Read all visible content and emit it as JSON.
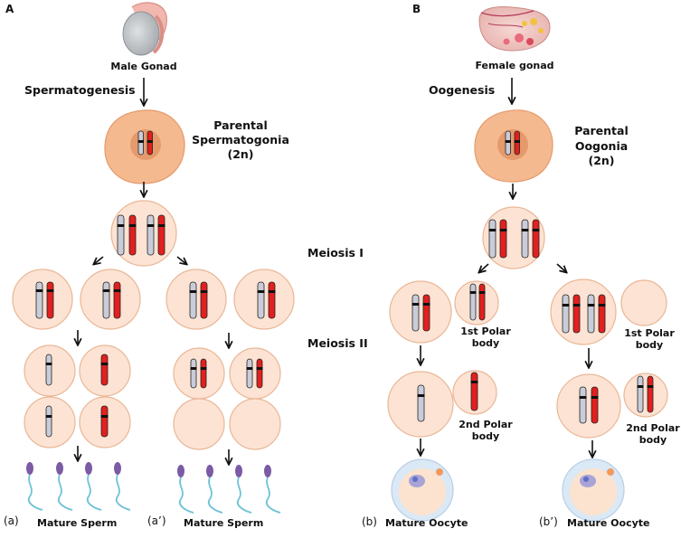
{
  "panel_a": {
    "letter": "A",
    "gonad": "Male Gonad",
    "process": "Spermatogenesis",
    "parent_line1": "Parental",
    "parent_line2": "Spermatogonia",
    "parent_line3": "(2n)",
    "tag_left": "(a)",
    "tag_right": "(a’)",
    "result_left": "Mature Sperm",
    "result_right": "Mature Sperm"
  },
  "panel_b": {
    "letter": "B",
    "gonad": "Female gonad",
    "process": "Oogenesis",
    "parent_line1": "Parental",
    "parent_line2": "Oogonia",
    "parent_line3": "(2n)",
    "polar1_line1": "1st Polar",
    "polar1_line2": "body",
    "polar2_line1": "2nd Polar",
    "polar2_line2": "body",
    "tag_left": "(b)",
    "tag_right": "(b’)",
    "result_left": "Mature Oocyte",
    "result_right": "Mature Oocyte"
  },
  "stages": {
    "meiosis1": "Meiosis I",
    "meiosis2": "Meiosis II"
  },
  "colors": {
    "cell_fill": "#fde3d3",
    "cell_stroke": "#e9b797",
    "parent_fill": "#f5b98f",
    "nucleus_fill": "#e59a6c",
    "chrom_grey": "#c9ccd9",
    "chrom_red": "#e1201f",
    "band": "#111111",
    "sperm_head": "#7b5aa6",
    "sperm_tail": "#6fc3d6"
  }
}
